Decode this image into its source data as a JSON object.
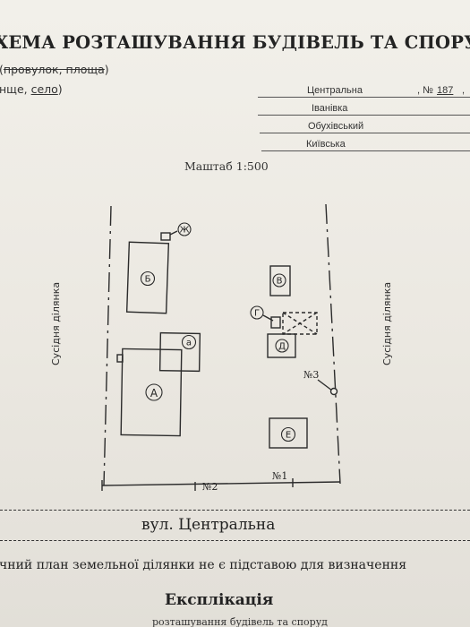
{
  "document": {
    "title": "ХЕМА РОЗТАШУВАННЯ БУДІВЕЛЬ ТА СПОРУД",
    "subtitle_line1_struck": "провулок, площа",
    "subtitle_line1_open": "(",
    "subtitle_line1_close": ")",
    "subtitle_line2_prefix": "нще, ",
    "subtitle_line2_underlined": "село",
    "subtitle_line2_suffix": ")"
  },
  "address": {
    "street": "Центральна",
    "number_label": ", №",
    "number": "187",
    "number_suffix": ",",
    "village": "Іванівка",
    "district": "Обухівський",
    "region": "Київська"
  },
  "scale": "Маштаб 1:500",
  "neighbors": {
    "left": "Сусідня ділянка",
    "right": "Сусідня ділянка"
  },
  "plan_labels": {
    "A": "А",
    "a": "а",
    "B": "Б",
    "V": "В",
    "G": "Г",
    "D": "Д",
    "E": "Е",
    "Zh": "Ж",
    "point1": "№1",
    "point2": "№2",
    "point3": "№3"
  },
  "street_name": "вул. Центральна",
  "footer_note": "чний план земельної ділянки не є підставою для визначення",
  "explication_title": "Експлікація",
  "explication_sub": "розташування будівель та споруд"
}
